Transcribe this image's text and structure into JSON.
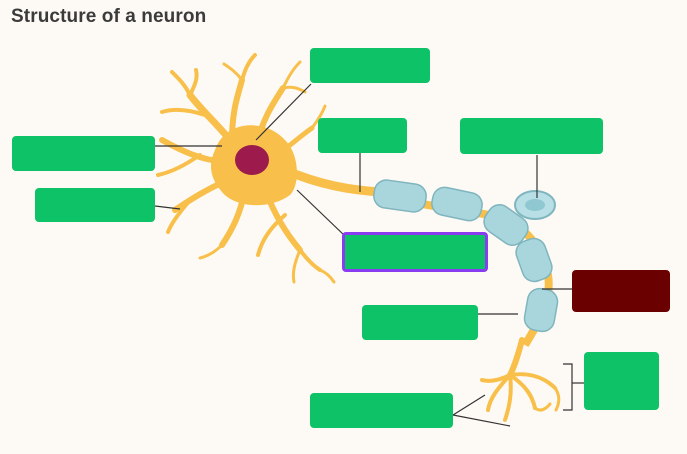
{
  "title": "Structure of a neuron",
  "colors": {
    "label_box": "#0dc267",
    "selected_border": "#8a3cf0",
    "filled_box": "#6a0000",
    "neuron_body": "#f8c04a",
    "nucleus": "#9c1a4c",
    "myelin": "#a9d6dd",
    "leader_line": "#333333"
  },
  "labels": [
    {
      "id": "label-top-center",
      "state": "empty"
    },
    {
      "id": "label-left-upper",
      "state": "empty"
    },
    {
      "id": "label-left-lower",
      "state": "empty"
    },
    {
      "id": "label-axon-hillock",
      "state": "empty"
    },
    {
      "id": "label-myelin-sheath",
      "state": "empty"
    },
    {
      "id": "label-center-selected",
      "state": "selected"
    },
    {
      "id": "label-node",
      "state": "filled"
    },
    {
      "id": "label-schwann",
      "state": "empty"
    },
    {
      "id": "label-right-bottom",
      "state": "empty"
    },
    {
      "id": "label-bottom-left",
      "state": "empty"
    }
  ]
}
